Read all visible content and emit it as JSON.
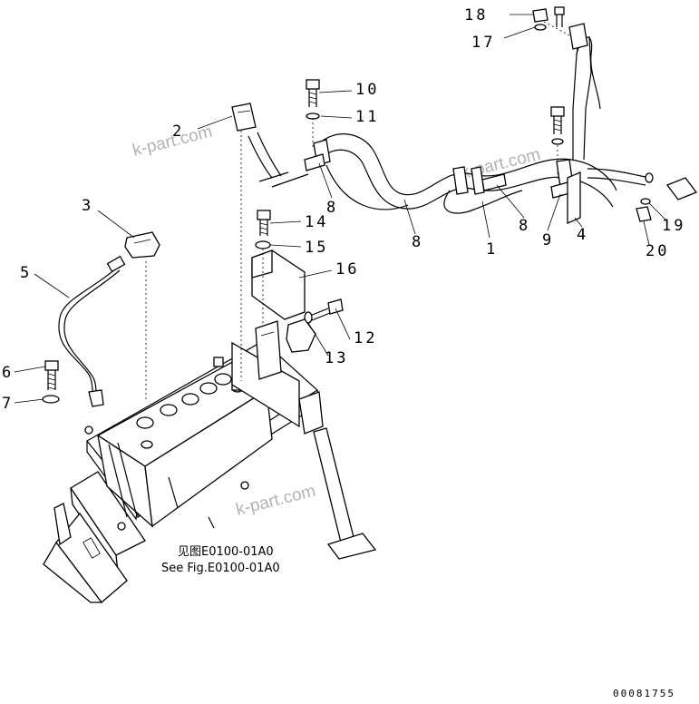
{
  "callouts": {
    "c1": "1",
    "c2": "2",
    "c3": "3",
    "c4": "4",
    "c5": "5",
    "c6": "6",
    "c7": "7",
    "c8a": "8",
    "c8b": "8",
    "c8c": "8",
    "c9": "9",
    "c10": "10",
    "c11": "11",
    "c12": "12",
    "c13": "13",
    "c14": "14",
    "c15": "15",
    "c16": "16",
    "c17": "17",
    "c18": "18",
    "c19": "19",
    "c20": "20"
  },
  "reference": {
    "chinese": "见图E0100-01A0",
    "english": "See Fig.E0100-01A0"
  },
  "watermarks": [
    "k-part.com",
    "k-part.com",
    "k-part.com"
  ],
  "drawing_code": "00081755"
}
